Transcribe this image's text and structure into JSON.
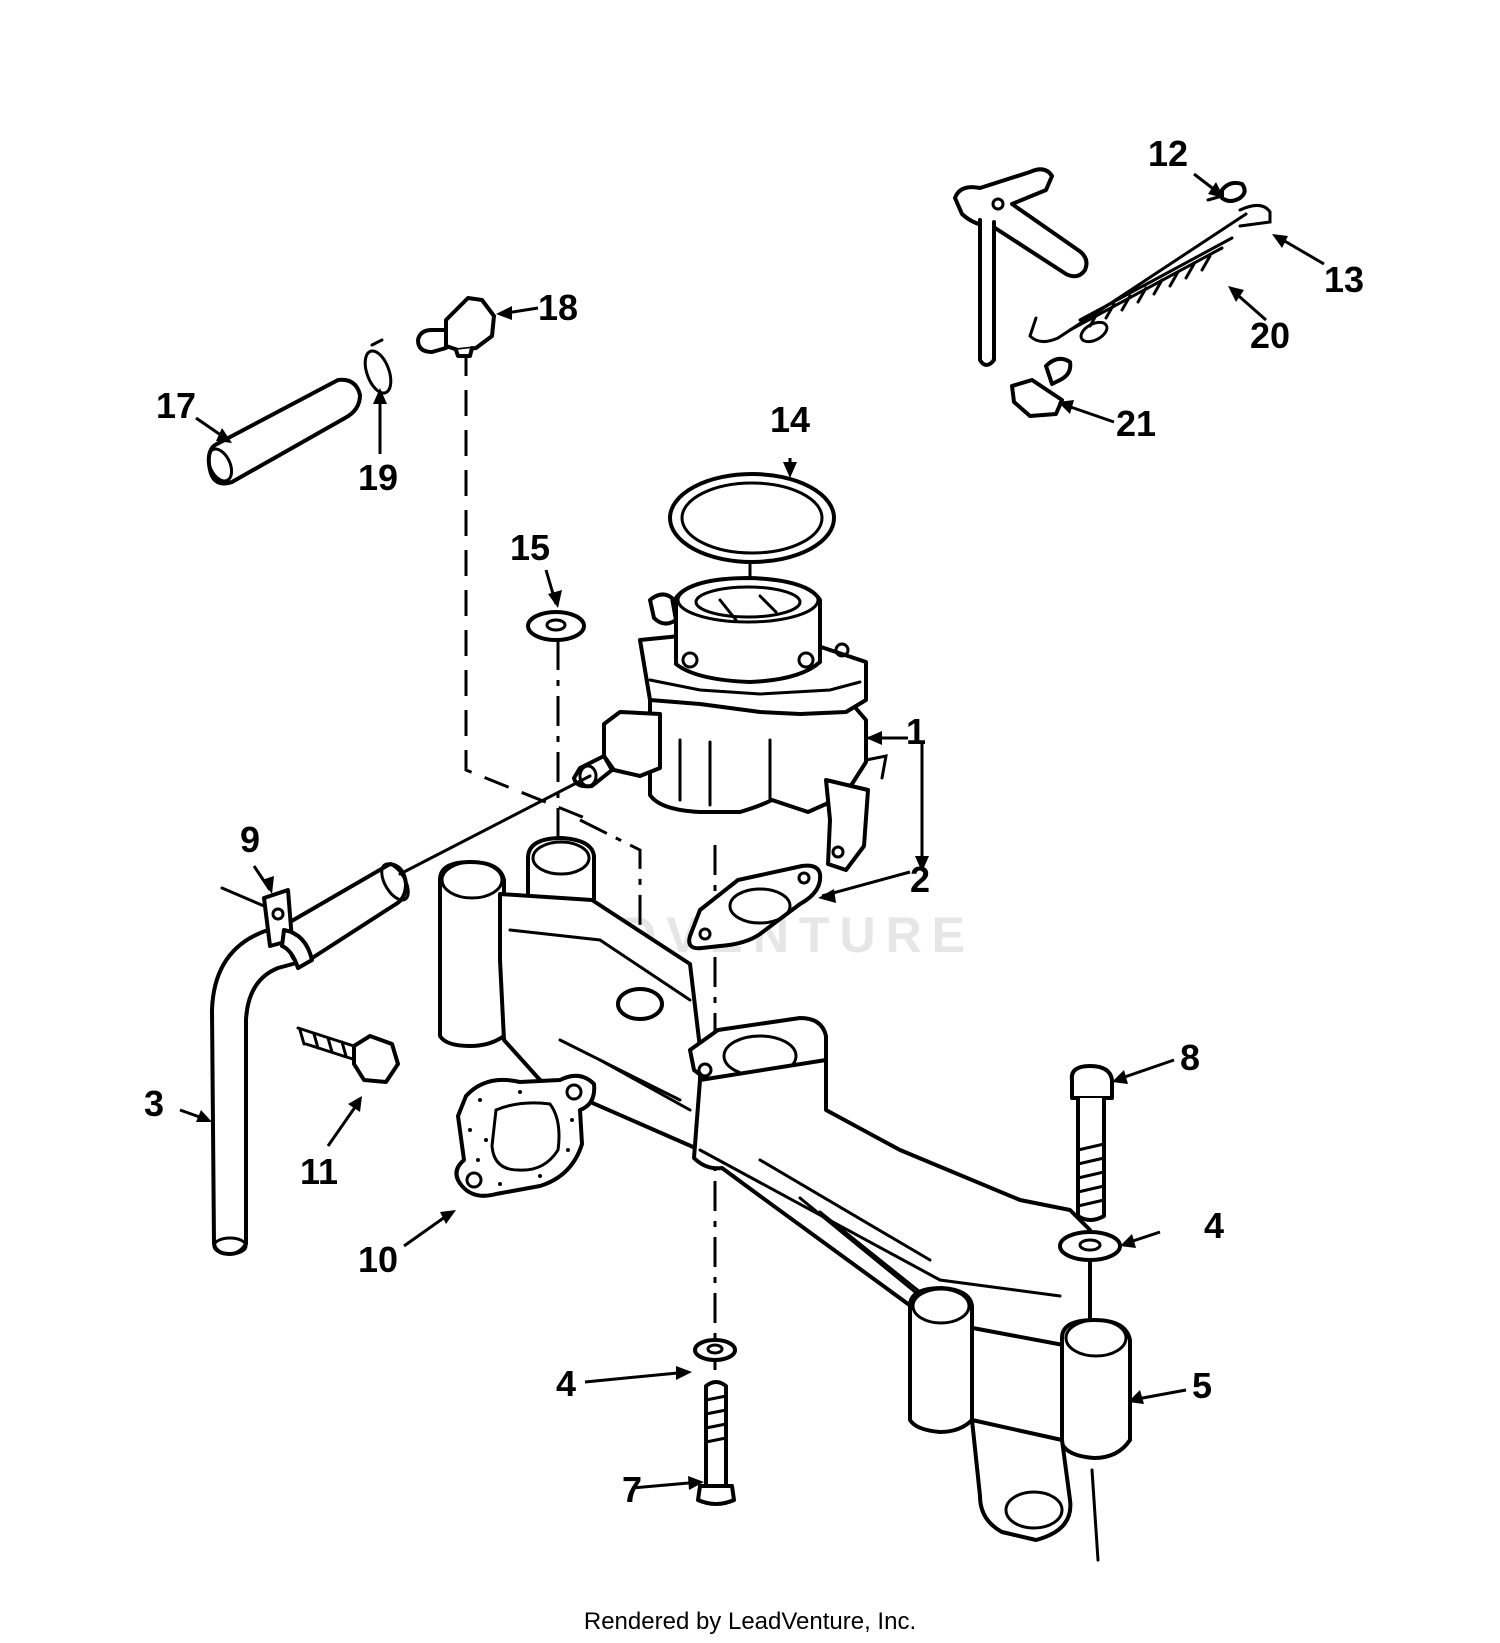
{
  "watermark": "LEADVENTURE",
  "footer": "Rendered by LeadVenture, Inc.",
  "callouts": {
    "c1": "1",
    "c2": "2",
    "c3": "3",
    "c4a": "4",
    "c4b": "4",
    "c5": "5",
    "c7": "7",
    "c8": "8",
    "c9": "9",
    "c10": "10",
    "c11": "11",
    "c12": "12",
    "c13": "13",
    "c14": "14",
    "c15": "15",
    "c17": "17",
    "c18": "18",
    "c19": "19",
    "c20": "20",
    "c21": "21"
  }
}
